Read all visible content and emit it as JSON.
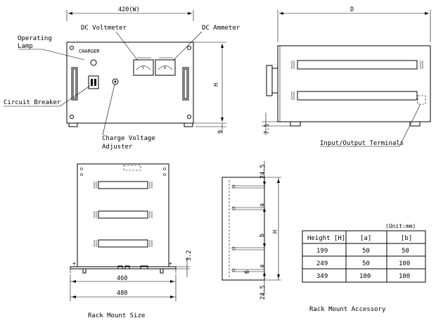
{
  "front_view": {
    "width_dim": "420(W)",
    "height_dim": "H",
    "foot_dim": "9",
    "panel_label": "CHARGER",
    "callouts": {
      "operating_lamp_line1": "Operating",
      "operating_lamp_line2": "Lamp",
      "dc_voltmeter": "DC Voltmeter",
      "dc_ammeter": "DC Ammeter",
      "circuit_breaker": "Circuit Breaker",
      "charge_voltage_line1": "Charge Voltage",
      "charge_voltage_line2": "Adjuster"
    }
  },
  "side_view": {
    "depth_dim": "D",
    "foot_dim": "7.5",
    "callout": "Input/Output Terminals"
  },
  "rack_mount_size": {
    "caption": "Rack Mount Size",
    "dim_inner": "460",
    "dim_outer": "480",
    "dim_offset": "3.2"
  },
  "rack_mount_accessory": {
    "caption": "Rack Mount Accessory",
    "dim_top": "24.5",
    "dim_bottom": "24.5",
    "dim_a1": "a",
    "dim_b": "b",
    "dim_a2": "a",
    "dim_6": "6",
    "dim_h": "H"
  },
  "table": {
    "unit": "(Unit:mm)",
    "headers": [
      "Height [H]",
      "[a]",
      "[b]"
    ],
    "rows": [
      [
        "199",
        "50",
        "50"
      ],
      [
        "249",
        "50",
        "100"
      ],
      [
        "349",
        "100",
        "100"
      ]
    ]
  }
}
